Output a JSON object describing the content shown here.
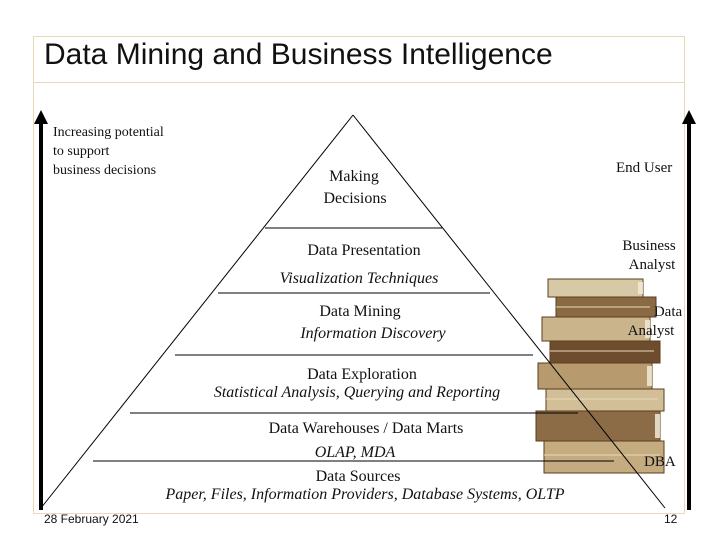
{
  "slide": {
    "title": "Data Mining and Business Intelligence",
    "left_caption": [
      "Increasing potential",
      "to support",
      "business decisions"
    ],
    "footer_date": "28 February 2021",
    "page_number": "12"
  },
  "pyramid": {
    "levels": [
      {
        "lines": [
          "Making",
          "Decisions"
        ]
      },
      {
        "lines": [
          "Data Presentation",
          "Visualization Techniques"
        ]
      },
      {
        "lines": [
          "Data Mining",
          "Information Discovery"
        ]
      },
      {
        "lines": [
          "Data Exploration",
          "Statistical Analysis, Querying and Reporting"
        ]
      },
      {
        "lines": [
          "Data Warehouses / Data Marts",
          "OLAP, MDA"
        ]
      },
      {
        "lines": [
          "Data Sources",
          "Paper, Files, Information Providers, Database Systems, OLTP"
        ]
      }
    ]
  },
  "roles": [
    "End User",
    "Business Analyst",
    "Data Analyst",
    "DBA"
  ],
  "role_lines": {
    "business_analyst": [
      "Business",
      "Analyst"
    ],
    "data_analyst": [
      "Data",
      "Analyst"
    ]
  }
}
